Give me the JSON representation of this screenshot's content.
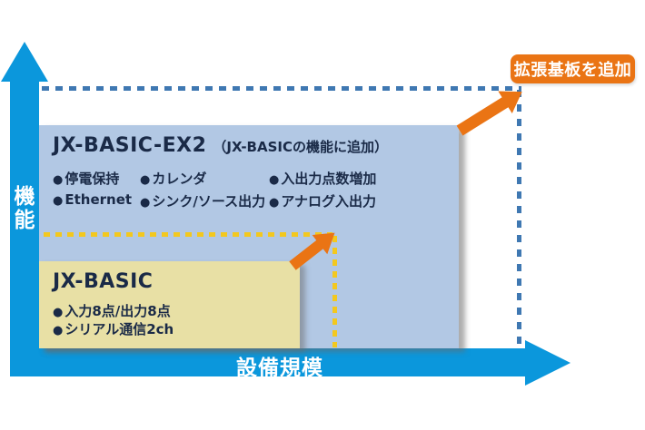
{
  "colors": {
    "axis_blue": "#0B97DC",
    "boundary_blue": "#3F78B2",
    "ex2_bg": "#B2C8E4",
    "basic_bg": "#E8E0A5",
    "boundary_yellow": "#F3C81E",
    "orange_accent": "#EA7414",
    "text_navy": "#1A2A47"
  },
  "axes": {
    "y_label": "機能",
    "x_label": "設備規模"
  },
  "callout": {
    "label": "拡張基板を追加"
  },
  "ex2_box": {
    "title": "JX-BASIC-EX2",
    "subtitle": "（JX-BASICの機能に追加）",
    "features": [
      [
        "停電保持",
        "カレンダ",
        "入出力点数増加"
      ],
      [
        "Ethernet",
        "シンク/ソース出力",
        "アナログ入出力"
      ]
    ]
  },
  "basic_box": {
    "title": "JX-BASIC",
    "features": [
      "入力8点/出力8点",
      "シリアル通信2ch"
    ]
  }
}
